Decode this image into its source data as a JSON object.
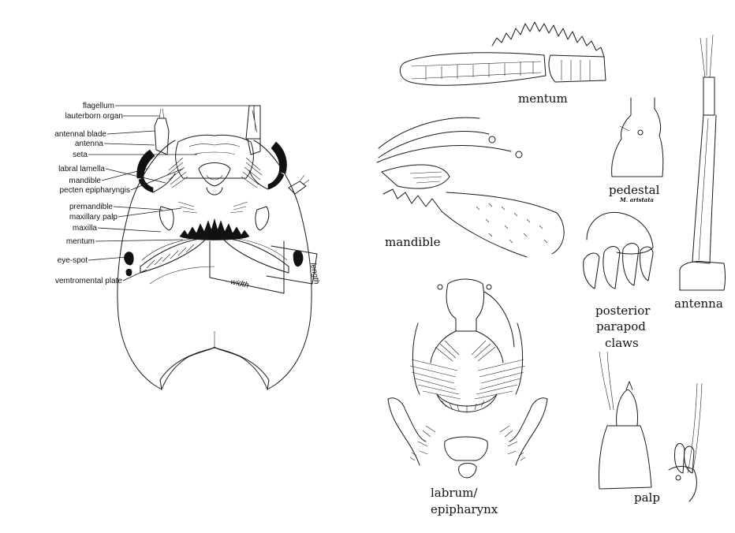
{
  "head_capsule_labels": {
    "flagellum": "flagellum",
    "lauterborn_organ": "lauterborn organ",
    "antennal_blade": "antennal blade",
    "antenna": "antenna",
    "seta": "seta",
    "labral_lamella": "labral lamella",
    "mandible": "mandible",
    "pecten_epipharyngis": "pecten epipharyngis",
    "premandible": "premandible",
    "maxillary_palp": "maxillary palp",
    "maxilla": "maxilla",
    "mentum": "mentum",
    "eye_spot": "eye-spot",
    "ventromental_plate": "vemtromental plate"
  },
  "measurements": {
    "length": "length",
    "width": "width"
  },
  "detail_labels": {
    "mentum": "mentum",
    "mandible": "mandible",
    "pedestal": "pedestal",
    "pedestal_species": "M. aristata",
    "posterior_line1": "posterior",
    "posterior_line2": "parapod",
    "posterior_line3": "claws",
    "antenna": "antenna",
    "labrum_line1": "labrum/",
    "labrum_line2": "epipharynx",
    "palp": "palp"
  }
}
